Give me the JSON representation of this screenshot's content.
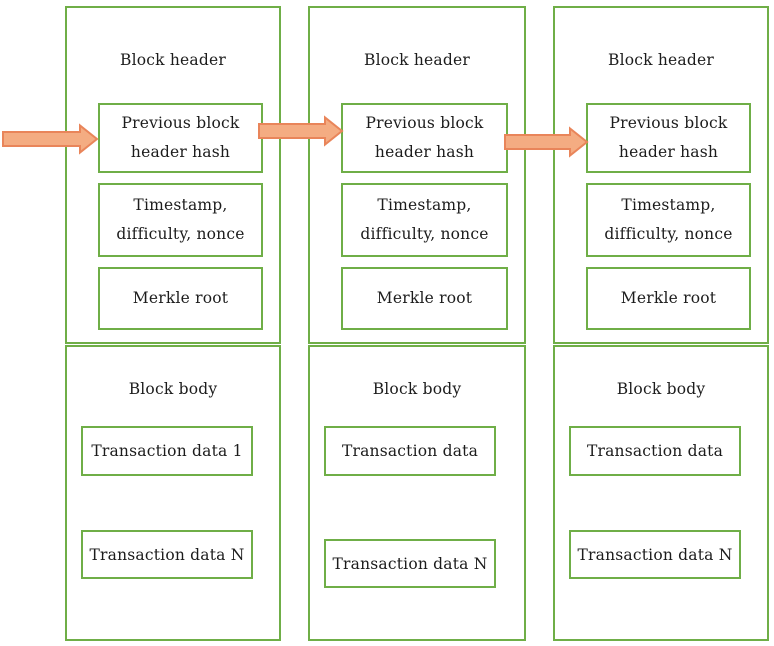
{
  "colors": {
    "background": "#ffffff",
    "border-green": "#6FAE47",
    "arrow-fill": "#F4AC82",
    "arrow-stroke": "#E9855A",
    "text": "#1c1c1c"
  },
  "blocks": [
    {
      "id": "block-1",
      "header_label": "Block header",
      "prev_hash_line1": "Previous block",
      "prev_hash_line2": "header hash",
      "timestamp_line1": "Timestamp,",
      "timestamp_line2": "difficulty, nonce",
      "merkle_label": "Merkle root",
      "body_label": "Block body",
      "transaction_first": "Transaction data 1",
      "transaction_last": "Transaction data N"
    },
    {
      "id": "block-2",
      "header_label": "Block header",
      "prev_hash_line1": "Previous block",
      "prev_hash_line2": "header hash",
      "timestamp_line1": "Timestamp,",
      "timestamp_line2": "difficulty, nonce",
      "merkle_label": "Merkle root",
      "body_label": "Block body",
      "transaction_first": "Transaction data",
      "transaction_last": "Transaction data N"
    },
    {
      "id": "block-3",
      "header_label": "Block header",
      "prev_hash_line1": "Previous block",
      "prev_hash_line2": "header hash",
      "timestamp_line1": "Timestamp,",
      "timestamp_line2": "difficulty, nonce",
      "merkle_label": "Merkle root",
      "body_label": "Block body",
      "transaction_first": "Transaction data",
      "transaction_last": "Transaction data N"
    }
  ],
  "arrows": [
    {
      "name": "incoming-chain-arrow",
      "target": "block-1 previous block header hash"
    },
    {
      "name": "block1-to-block2-arrow",
      "target": "block-2 previous block header hash"
    },
    {
      "name": "block2-to-block3-arrow",
      "target": "block-3 previous block header hash"
    }
  ]
}
